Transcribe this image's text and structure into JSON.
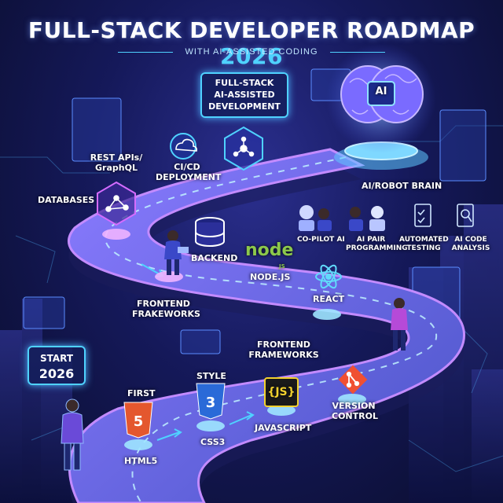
{
  "header": {
    "title_main": "FULL-STACK DEVELOPER ROADMAP",
    "title_year": "2026",
    "subtitle": "WITH AI-ASSISTED CODING"
  },
  "top_callout": {
    "line1": "FULL-STACK",
    "line2": "AI-ASSISTED",
    "line3": "DEVELOPMENT"
  },
  "start_callout": {
    "line1": "START",
    "line2": "2026"
  },
  "ai_chip_label": "AI",
  "node_logo_text": "node",
  "node_logo_badge": "JS",
  "js_logo_text": "{JS}",
  "labels": {
    "ai_brain": "AI/ROBOT BRAIN",
    "rest_apis_1": "REST APIs/",
    "rest_apis_2": "GraphQL",
    "cicd_1": "CI/CD",
    "cicd_2": "DEPLOYMENT",
    "databases": "DATABASES",
    "backend": "BACKEND",
    "nodejs": "NODE.JS",
    "react": "REACT",
    "frontend_frakeworks_1": "FRONTEND",
    "frontend_frakeworks_2": "FRAKEWORKS",
    "frontend_frameworks_1": "FRONTEND",
    "frontend_frameworks_2": "FRAMEWORKS",
    "first": "FIRST",
    "html5": "HTML5",
    "style": "STYLE",
    "css3": "CSS3",
    "javascript": "JAVASCRIPT",
    "version_control_1": "VERSION",
    "version_control_2": "CONTROL",
    "copilot": "CO-PILOT AI",
    "ai_pair_1": "AI PAIR",
    "ai_pair_2": "PROGRAMMING",
    "automated_1": "AUTOMATED",
    "automated_2": "TESTING",
    "ai_code_1": "AI CODE",
    "ai_code_2": "ANALYSIS"
  },
  "colors": {
    "road": "#6b6fd8",
    "road_edge": "#c38bff",
    "glow_cyan": "#4fd2ff",
    "glow_pink": "#d56cff",
    "html5_orange": "#e4572e",
    "css3_blue": "#2a6ad8",
    "js_yellow": "#f2d12e",
    "git_orange": "#f05032",
    "node_green": "#8cc84b",
    "react_cyan": "#61dafb"
  }
}
